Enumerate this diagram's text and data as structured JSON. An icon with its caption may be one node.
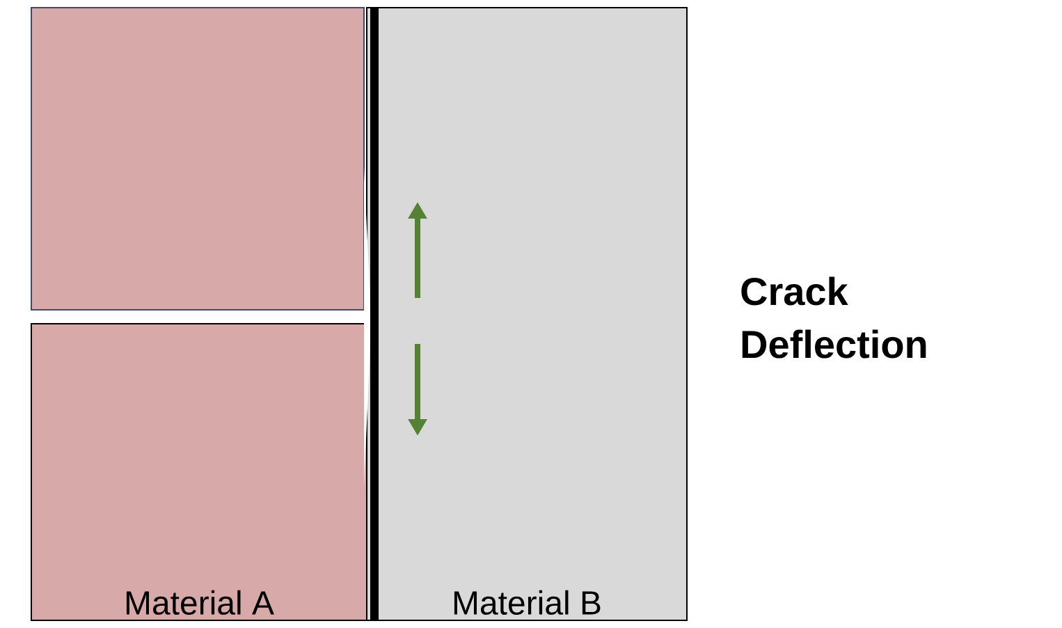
{
  "diagram": {
    "title": "Crack Deflection",
    "nodes": [
      {
        "text": [],
        "shape": "box"
      },
      {
        "text": [
          "Material A"
        ]
      },
      {
        "text": [
          "Material B"
        ]
      }
    ]
  }
}
